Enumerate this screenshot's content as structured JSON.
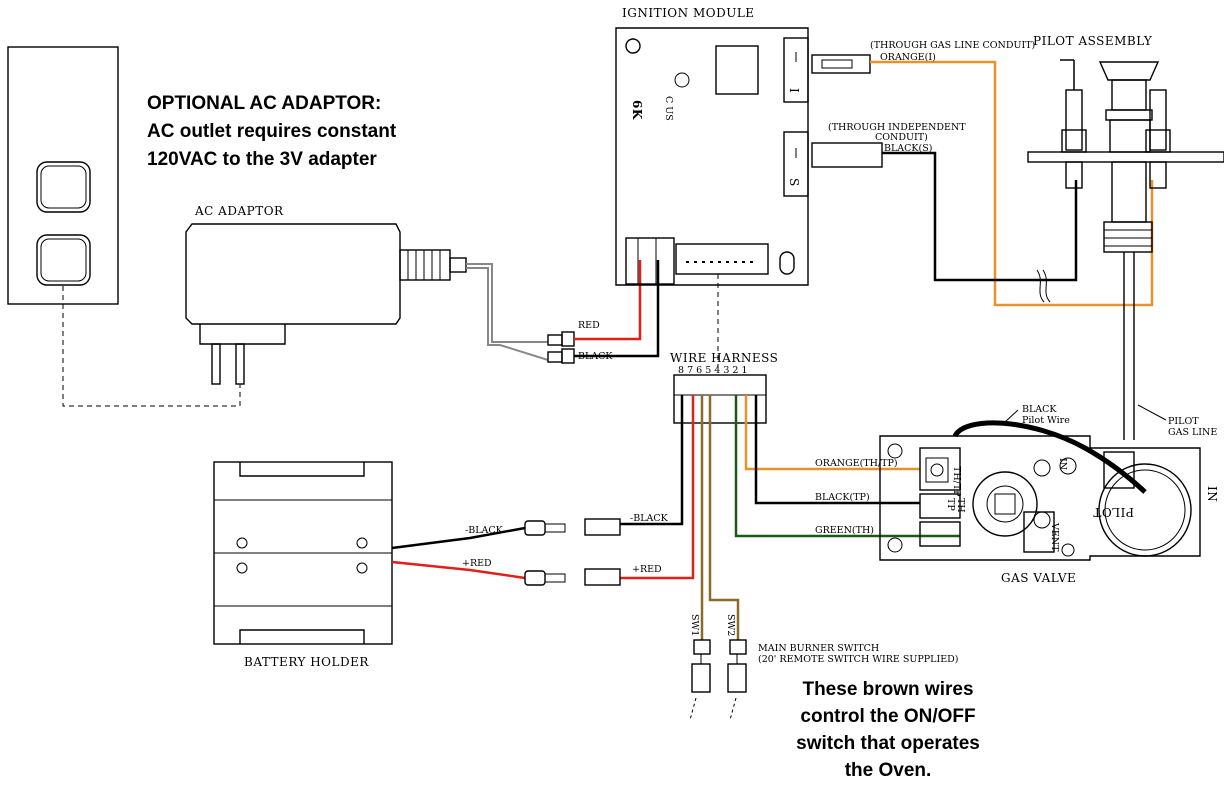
{
  "notes": {
    "adaptor_line1": "OPTIONAL AC ADAPTOR:",
    "adaptor_line2": "AC outlet requires constant",
    "adaptor_line3": "120VAC to the 3V  adapter",
    "brown_line1": "These brown wires",
    "brown_line2": "control  the ON/OFF",
    "brown_line3": "switch that operates",
    "brown_line4": "the Oven."
  },
  "components": {
    "ignition_module": "IGNITION MODULE",
    "pilot_assembly": "PILOT ASSEMBLY",
    "ac_adaptor": "AC ADAPTOR",
    "wire_harness": "WIRE HARNESS",
    "battery_holder": "BATTERY HOLDER",
    "gas_valve": "GAS VALVE",
    "main_burner_switch_1": "MAIN BURNER SWITCH",
    "main_burner_switch_2": "(20' REMOTE SWITCH WIRE SUPPLIED)",
    "module_code": "6K",
    "module_cert": "C US",
    "pilot_gas_line_1": "PILOT",
    "pilot_gas_line_2": "GAS LINE",
    "pilot_wire_1": "BLACK",
    "pilot_wire_2": "Pilot Wire",
    "terminal_i": "I",
    "terminal_s": "S",
    "valve_pilot": "PILOT",
    "valve_in": "IN",
    "valve_in2": "IN",
    "valve_vent": "VENT",
    "valve_th": "TH",
    "valve_tp": "TP",
    "valve_th_tp": "TH/TP"
  },
  "wires": {
    "orange_i_1": "(THROUGH GAS LINE CONDUIT)",
    "orange_i_2": "ORANGE(I)",
    "black_s_1": "(THROUGH INDEPENDENT",
    "black_s_2": "CONDUIT)",
    "black_s_3": "BLACK(S)",
    "adaptor_red": "RED",
    "adaptor_black": "BLACK",
    "harness_pins": "8 7 6 5 4 3 2 1",
    "orange_th_tp": "ORANGE(TH/TP)",
    "black_tp": "BLACK(TP)",
    "green_th": "GREEN(TH)",
    "battery_neg": "-BLACK",
    "battery_pos": "+RED",
    "harness_neg": "-BLACK",
    "harness_pos": "+RED",
    "sw1": "SW1",
    "sw2": "SW2"
  },
  "colors": {
    "orange": "#e8922a",
    "red": "#e0201a",
    "black": "#000000",
    "green": "#1a5a14",
    "brown": "#8b6a2a",
    "gray": "#8a8a8a"
  }
}
